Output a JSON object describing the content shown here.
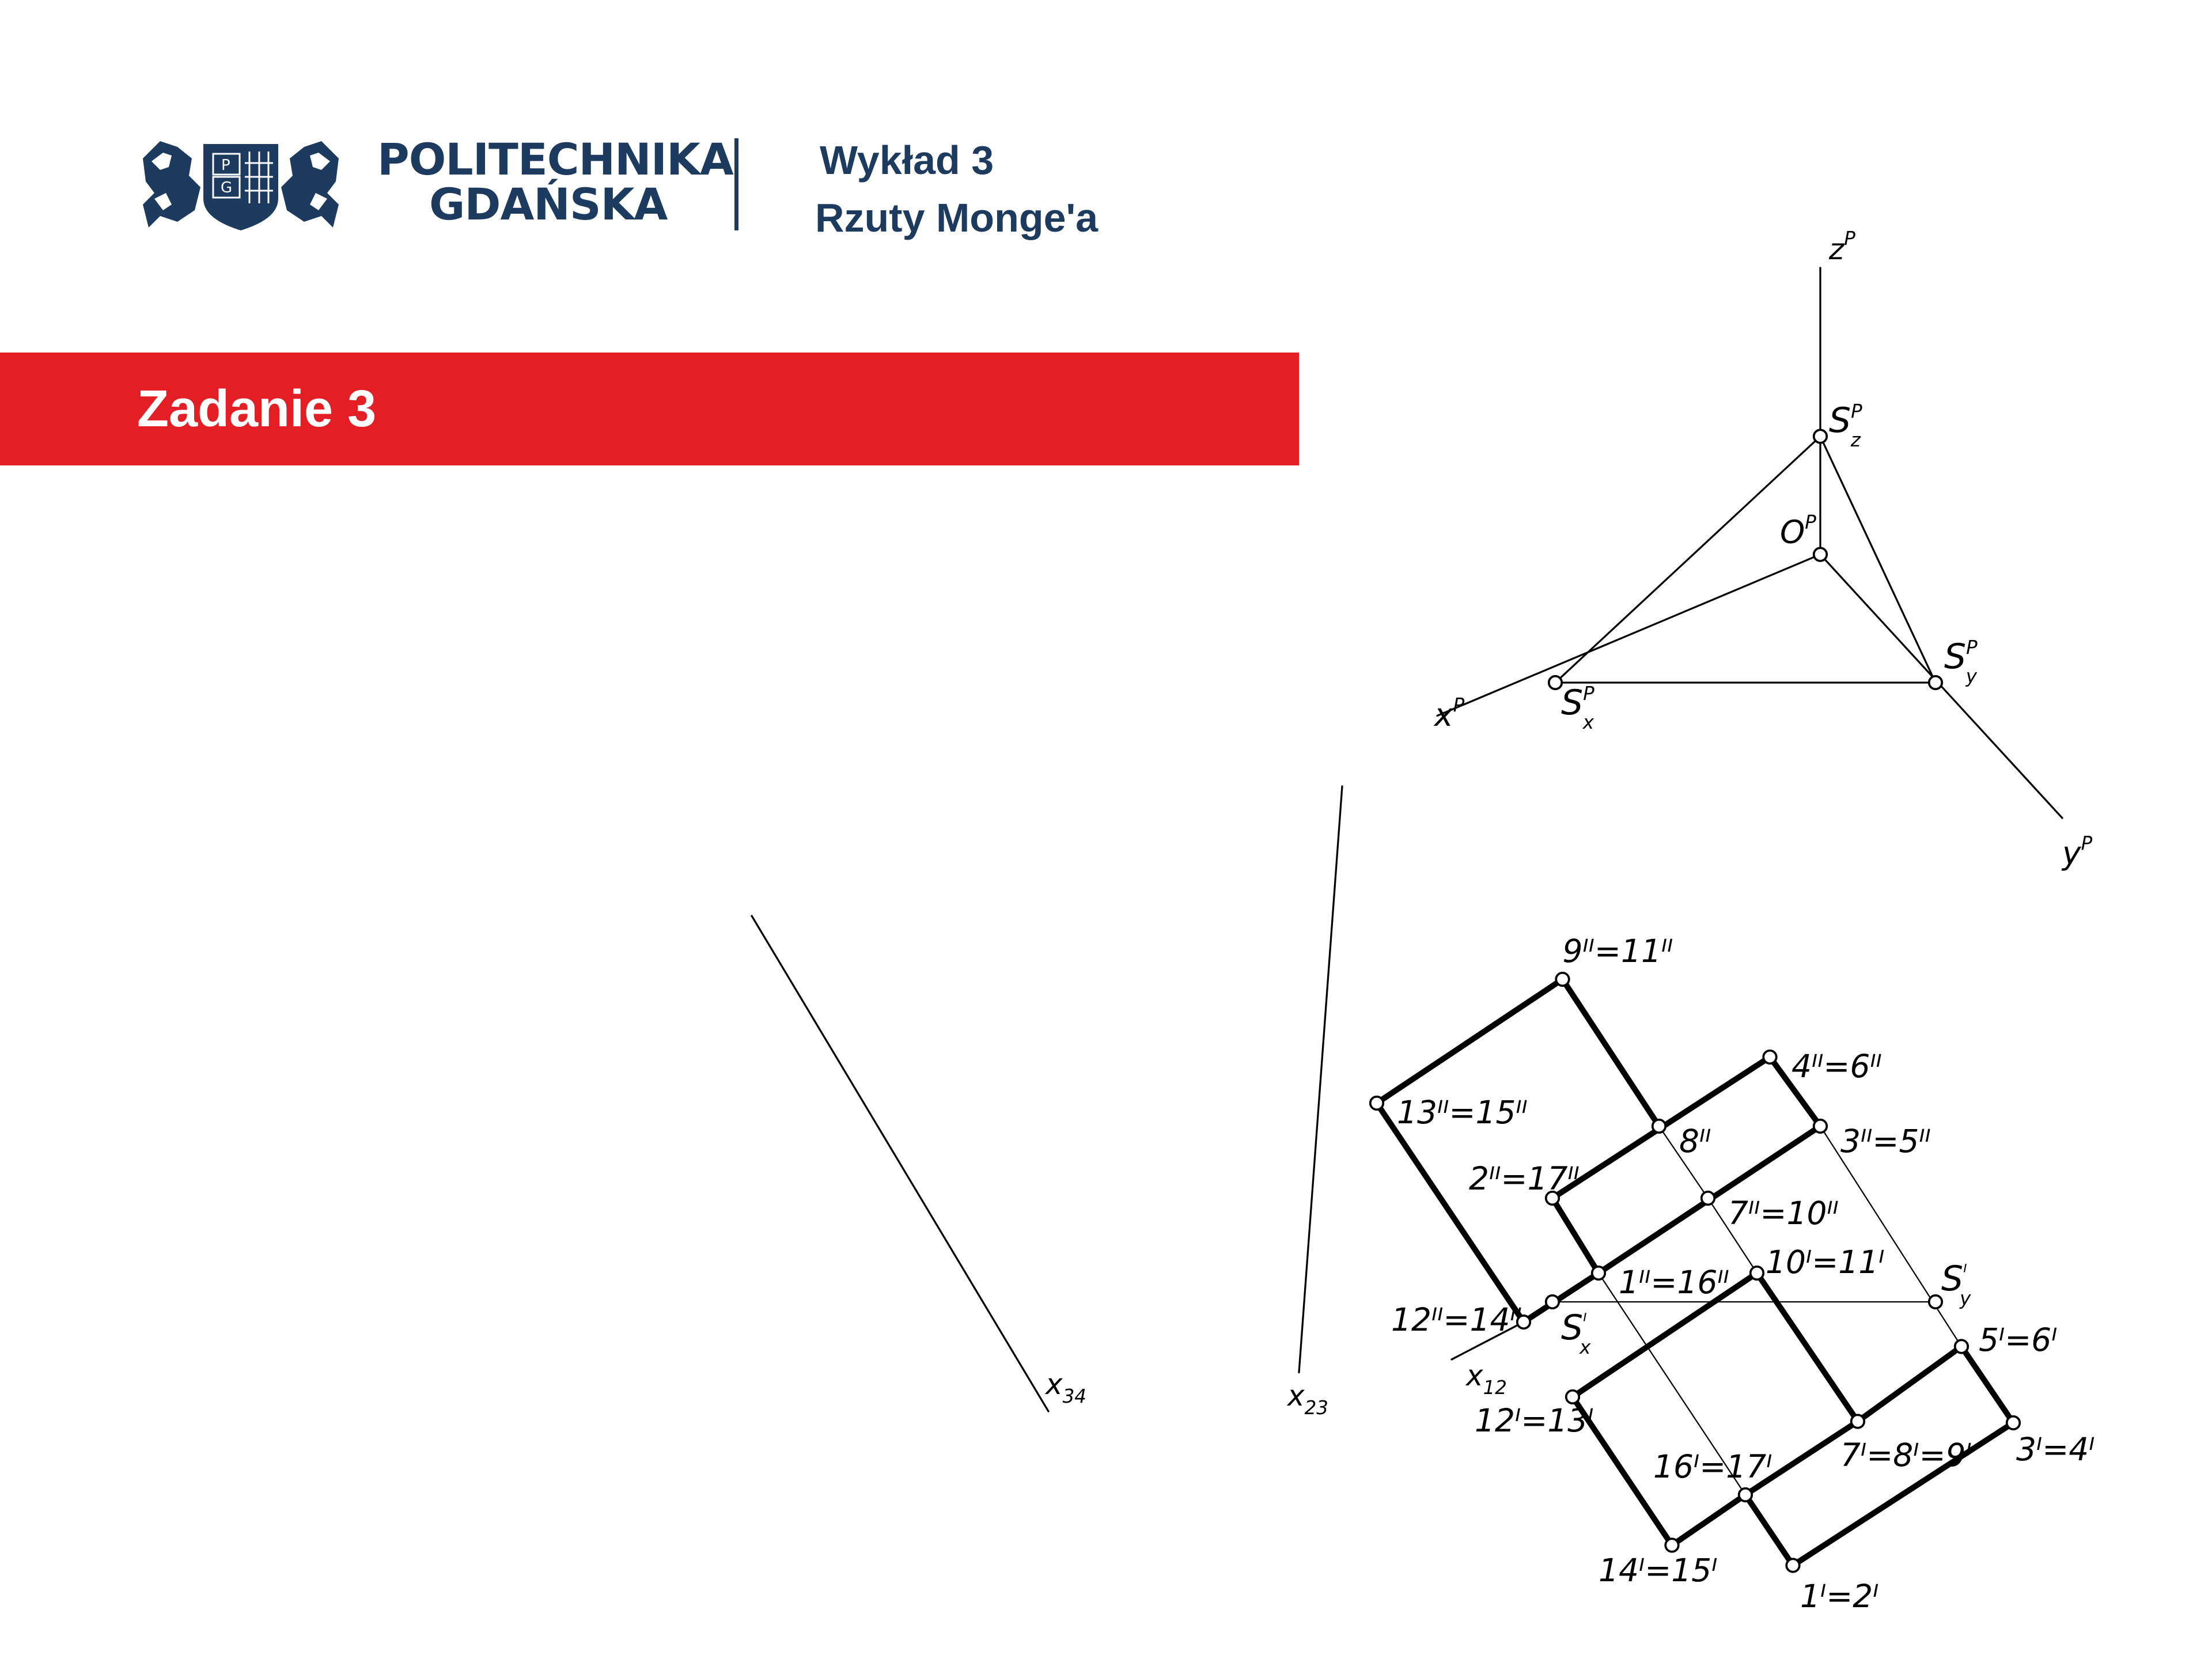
{
  "header": {
    "logo_line1": "POLITECHNIKA",
    "logo_line2": "GDAŃSKA",
    "crest_letters": "P G",
    "lecture_number": "Wykład 3",
    "lecture_title": "Rzuty Monge'a"
  },
  "banner": {
    "title": "Zadanie 3"
  },
  "colors": {
    "navy": "#1d3a5f",
    "red": "#e31e24"
  },
  "axonometry": {
    "labels": {
      "z": "z",
      "z_sup": "P",
      "x": "x",
      "x_sup": "P",
      "y": "y",
      "y_sup": "P",
      "o": "O",
      "o_sup": "P",
      "sz": "S",
      "sz_sub": "z",
      "sz_sup": "P",
      "sx": "S",
      "sx_sub": "x",
      "sx_sup": "P",
      "sy": "S",
      "sy_sub": "y",
      "sy_sup": "P"
    }
  },
  "axes": {
    "x34": "x",
    "x34_sub": "34",
    "x23": "x",
    "x23_sub": "23",
    "x12": "x",
    "x12_sub": "12"
  },
  "points": {
    "p9_11": "9ᴵᴵ=11ᴵᴵ",
    "p4_6": "4ᴵᴵ=6ᴵᴵ",
    "p13_15": "13ᴵᴵ=15ᴵᴵ",
    "p8": "8ᴵᴵ",
    "p3_5": "3ᴵᴵ=5ᴵᴵ",
    "p2_17": "2ᴵᴵ=17ᴵᴵ",
    "p7_10": "7ᴵᴵ=10ᴵᴵ",
    "p1_16": "1ᴵᴵ=16ᴵᴵ",
    "p10_11h": "10ᴵ=11ᴵ",
    "sy_h": "S",
    "sy_h_sub": "y",
    "sy_h_sup": "ᴵ",
    "p12_14": "12ᴵᴵ=14ᴵᴵ",
    "sx_h": "S",
    "sx_h_sub": "x",
    "sx_h_sup": "ᴵ",
    "p5_6h": "5ᴵ=6ᴵ",
    "p12_13h": "12ᴵ=13ᴵ",
    "p7_8_9h": "7ᴵ=8ᴵ=9ᴵ",
    "p3_4h": "3ᴵ=4ᴵ",
    "p16_17h": "16ᴵ=17ᴵ",
    "p14_15h": "14ᴵ=15ᴵ",
    "p1_2h": "1ᴵ=2ᴵ"
  }
}
